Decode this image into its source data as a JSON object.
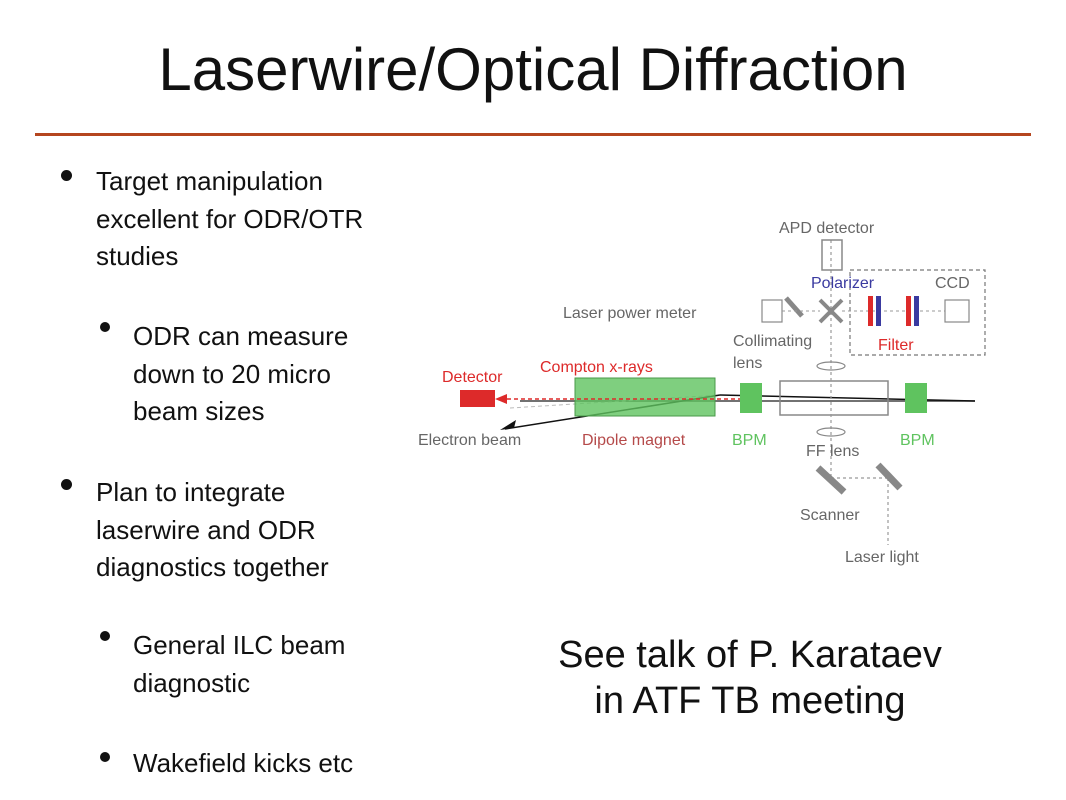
{
  "slide": {
    "title": "Laserwire/Optical Diffraction",
    "bullets": [
      {
        "level": 1,
        "lines": [
          "Target manipulation",
          "excellent for ODR/OTR",
          "studies"
        ]
      },
      {
        "level": 2,
        "lines": [
          "ODR can measure",
          "down to 20 micro",
          "beam sizes"
        ]
      },
      {
        "level": 1,
        "lines": [
          "Plan to integrate",
          "laserwire and ODR",
          "diagnostics together"
        ]
      },
      {
        "level": 2,
        "lines": [
          "General ILC beam",
          "diagnostic"
        ]
      },
      {
        "level": 2,
        "lines": [
          "Wakefield kicks etc"
        ]
      }
    ],
    "note": [
      "See talk of P. Karataev",
      "in ATF TB meeting"
    ]
  },
  "diagram": {
    "labels": {
      "apd_detector": "APD detector",
      "polarizer": "Polarizer",
      "ccd": "CCD",
      "laser_power_meter": "Laser power meter",
      "collimating_lens": [
        "Collimating",
        "lens"
      ],
      "filter": "Filter",
      "detector": "Detector",
      "compton_xrays": "Compton x-rays",
      "electron_beam": "Electron beam",
      "dipole_magnet": "Dipole magnet",
      "bpm_left": "BPM",
      "bpm_right": "BPM",
      "ff_lens": "FF lens",
      "scanner": "Scanner",
      "laser_light": "Laser light"
    },
    "colors": {
      "red": "#dd2a2a",
      "green": "#5fc35f",
      "blue": "#3a3aa0",
      "gray": "#8a8a8a",
      "rule": "#b5461f"
    }
  }
}
